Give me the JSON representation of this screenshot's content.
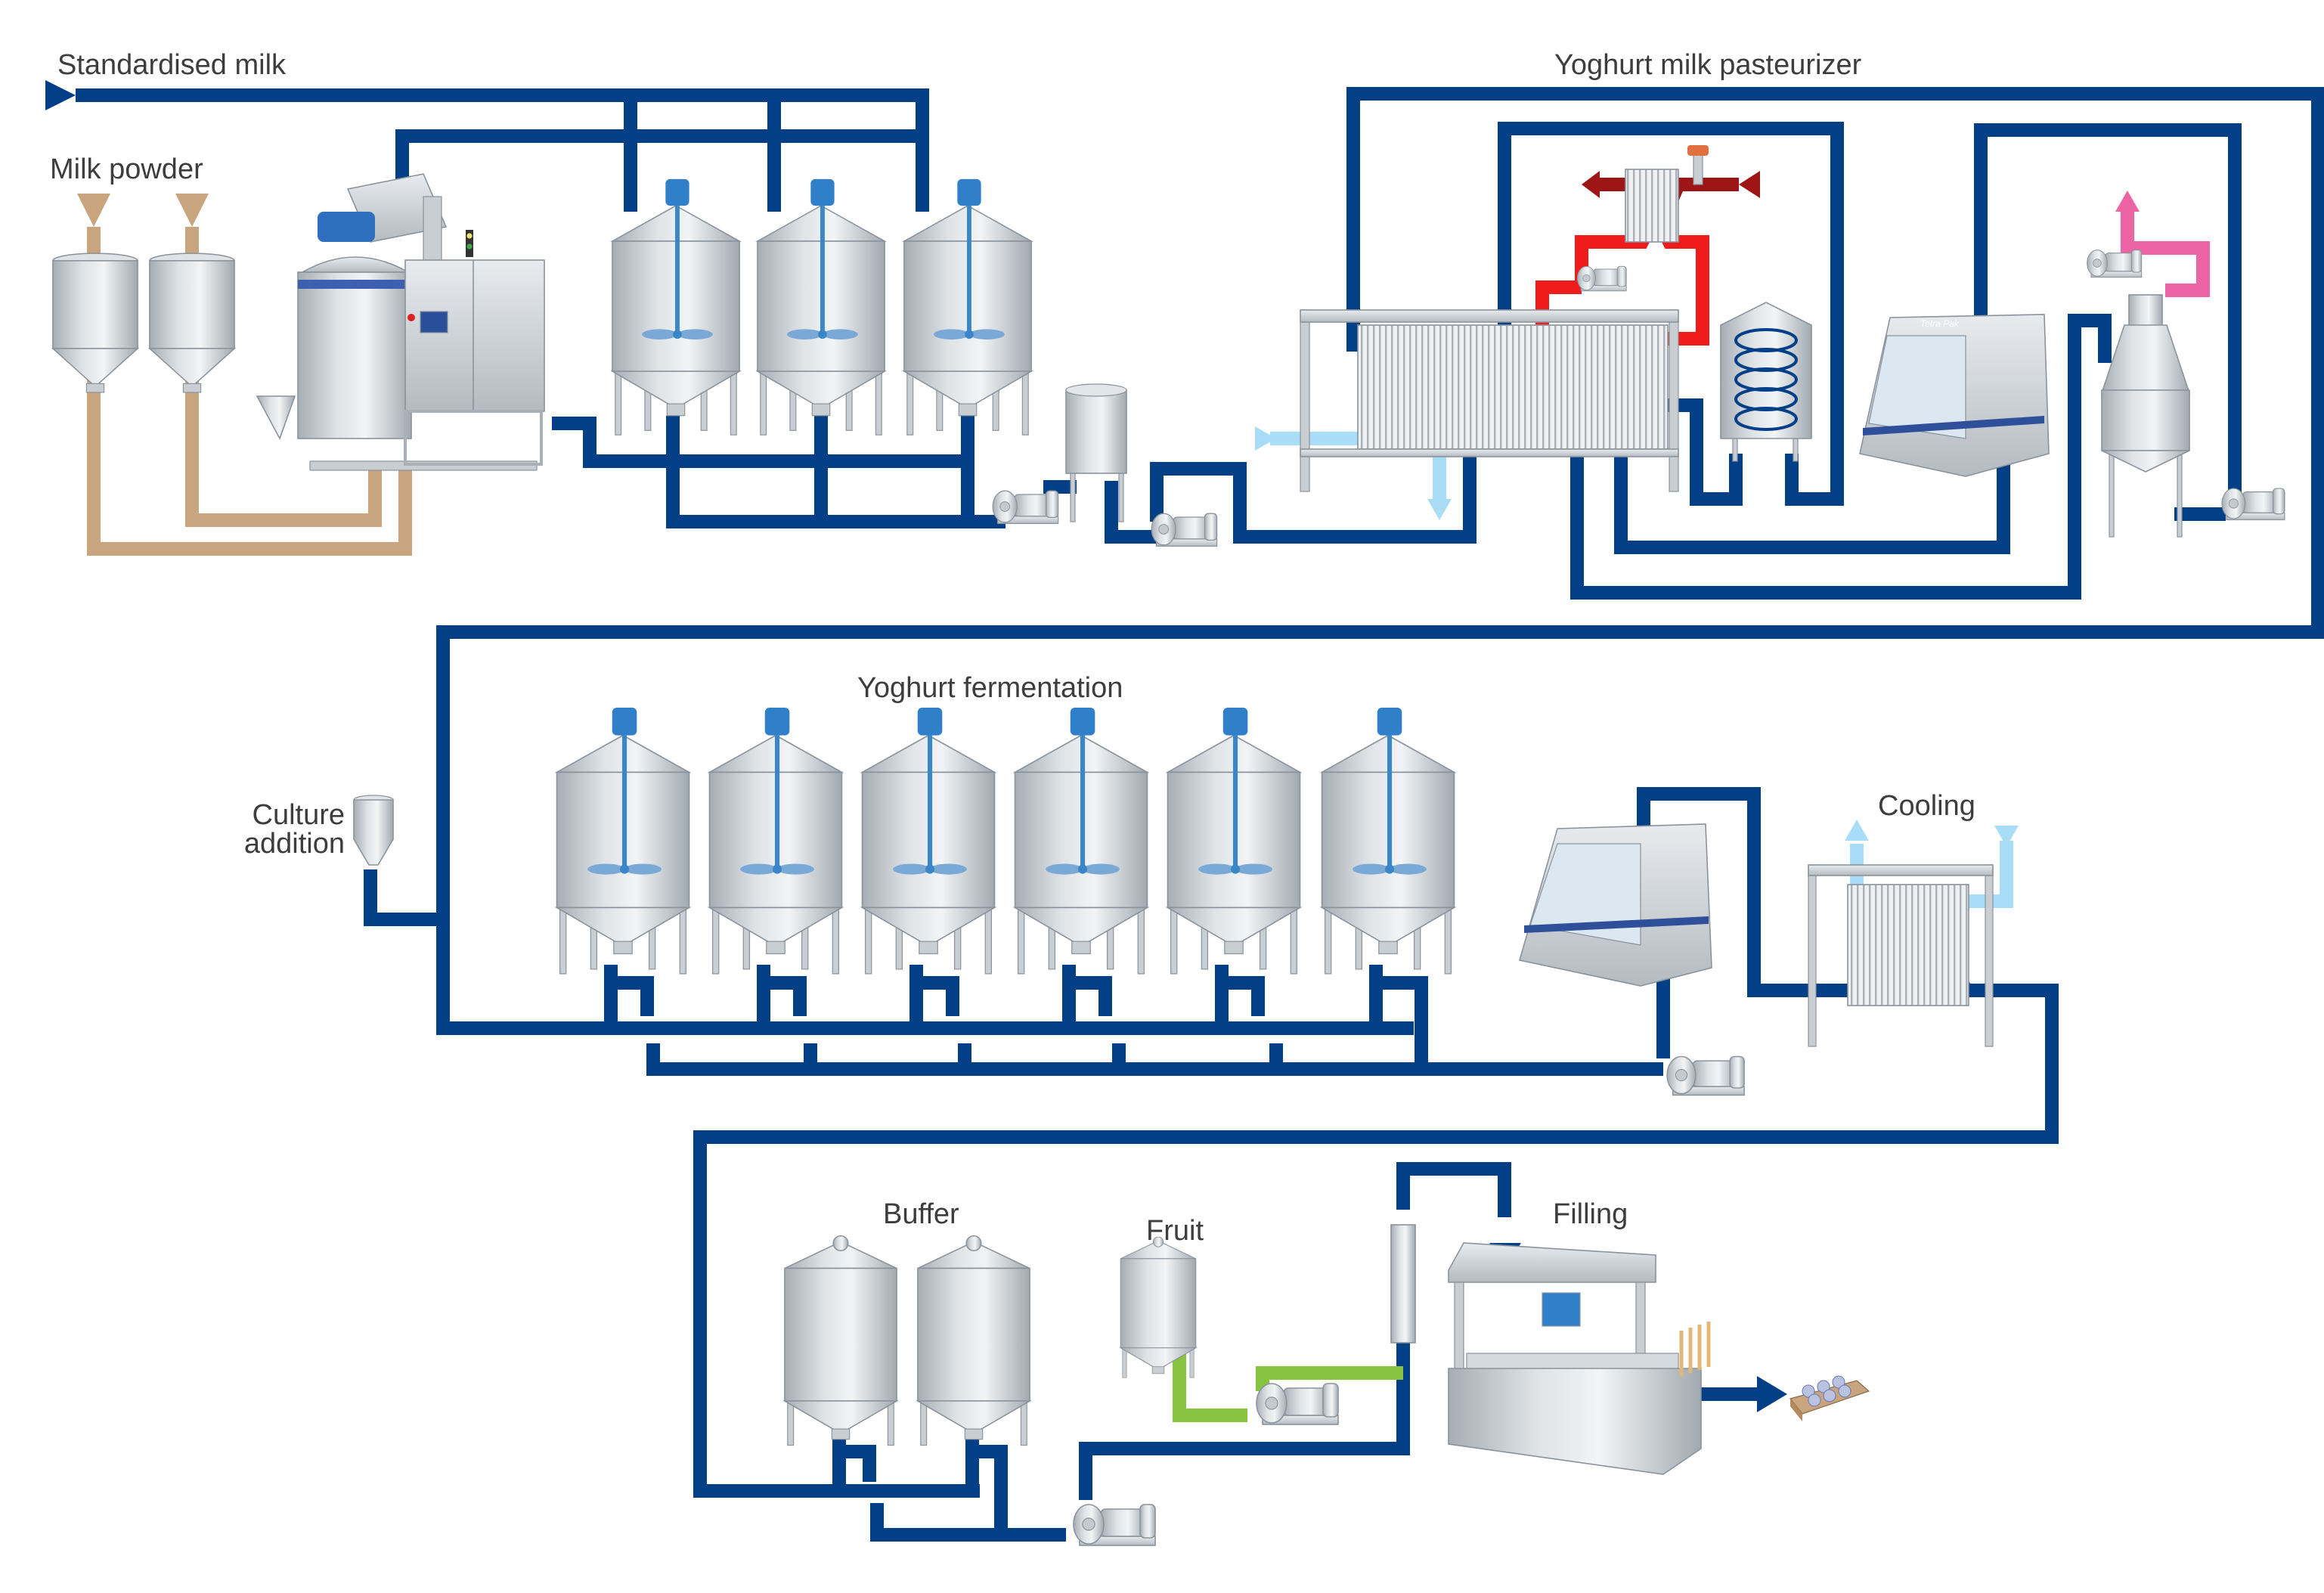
{
  "labels": {
    "standardised_milk": "Standardised milk",
    "milk_powder": "Milk powder",
    "pasteurizer": "Yoghurt milk pasteurizer",
    "fermentation": "Yoghurt fermentation",
    "culture_line1": "Culture",
    "culture_line2": "addition",
    "cooling": "Cooling",
    "buffer": "Buffer",
    "fruit": "Fruit",
    "filling": "Filling"
  },
  "brand_text": "Tetra Pak",
  "colors": {
    "product_line": "#033f87",
    "milk_powder_line": "#c9a57f",
    "hot_water_line": "#ee1c1c",
    "steam_line": "#9e1515",
    "cooling_water_line": "#a9dcf6",
    "vacuum_line": "#ec64a4",
    "fruit_line": "#86c440",
    "agitator": "#2f80c8"
  }
}
